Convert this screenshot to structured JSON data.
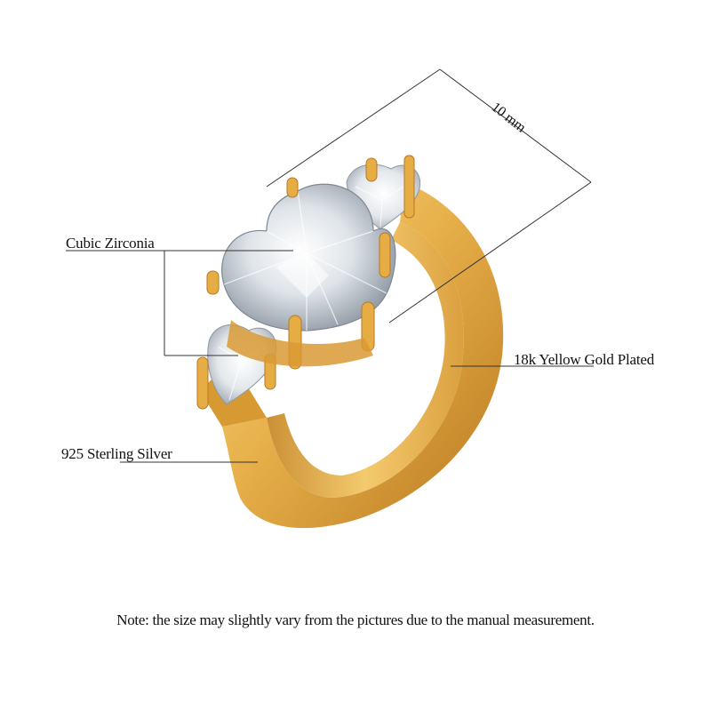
{
  "labels": {
    "dimension": "10 mm",
    "stone": "Cubic Zirconia",
    "plating": "18k Yellow Gold  Plated",
    "base_metal": "925 Sterling Silver"
  },
  "note": "Note: the size may slightly vary from the pictures due to the manual measurement.",
  "colors": {
    "gold_light": "#f6d27a",
    "gold_mid": "#e0a93f",
    "gold_dark": "#b9781f",
    "stone_light": "#f4f6f8",
    "stone_dark": "#9aa3ad",
    "line": "#333333"
  }
}
